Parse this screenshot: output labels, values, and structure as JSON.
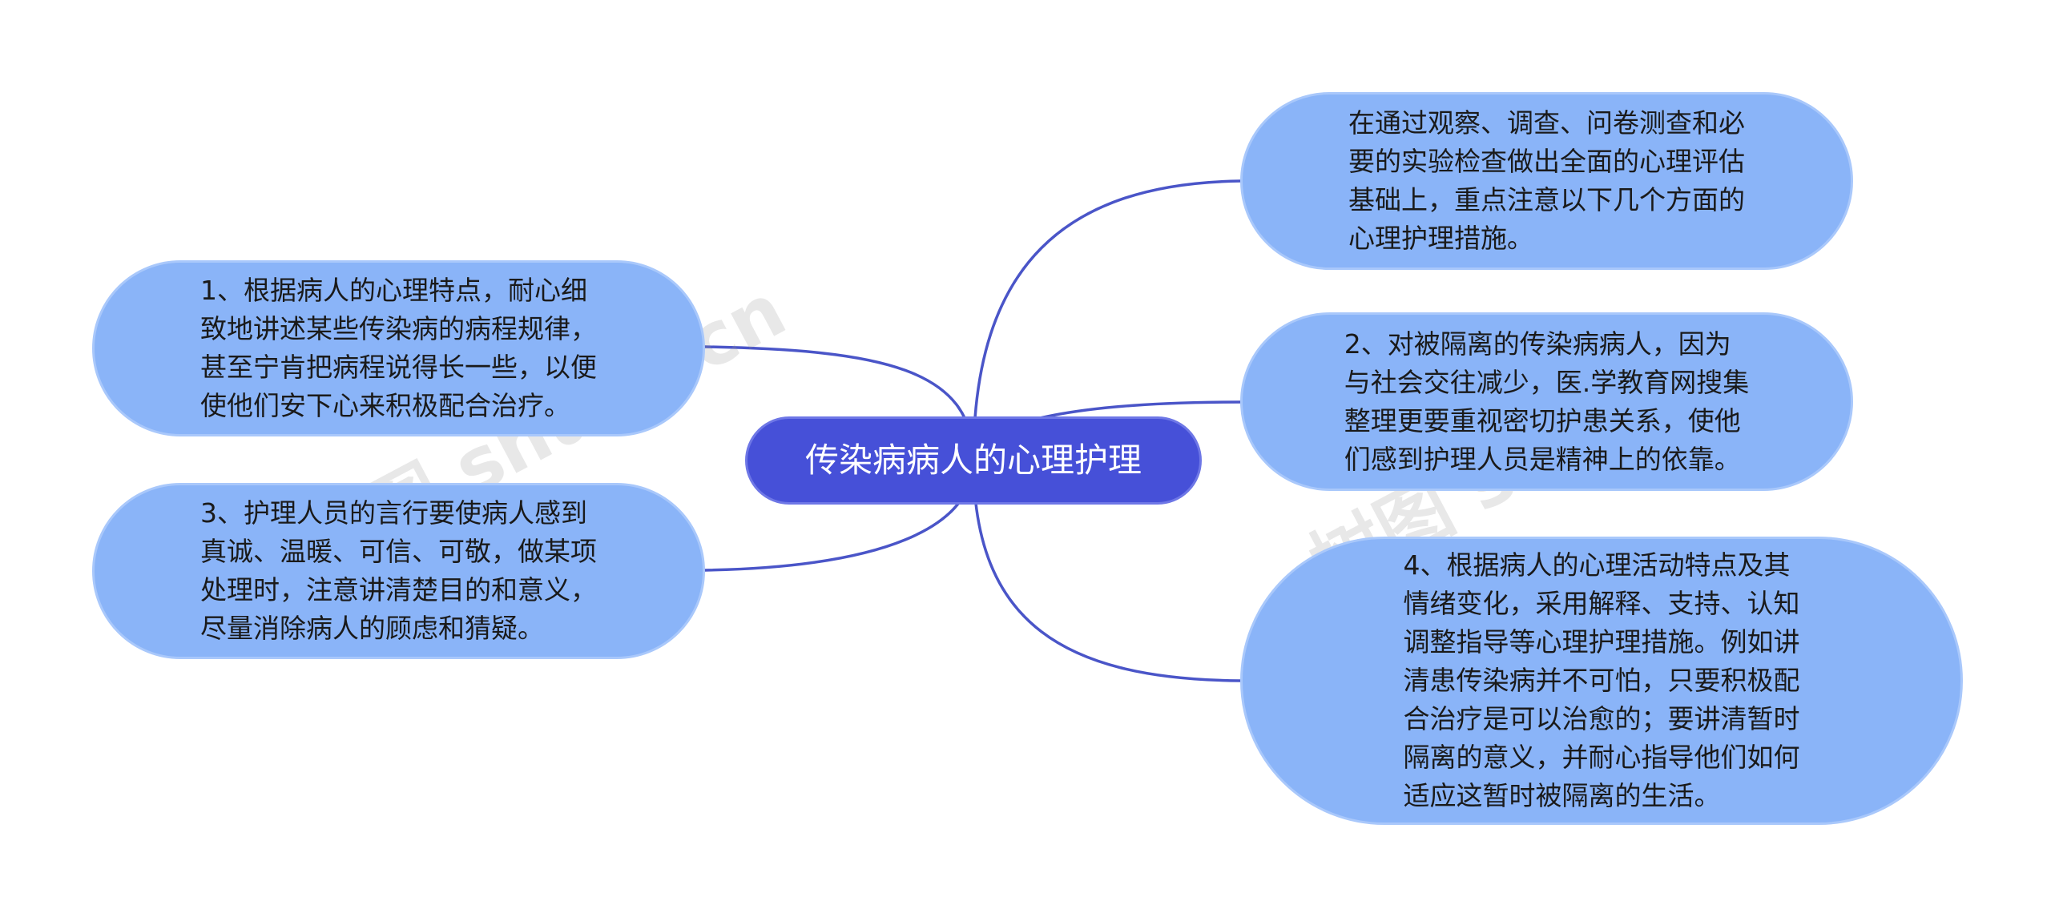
{
  "root": {
    "label": "传染病病人的心理护理"
  },
  "left_nodes": [
    {
      "text": "1、根据病人的心理特点，耐心细\n致地讲述某些传染病的病程规律，\n甚至宁肯把病程说得长一些，以便\n使他们安下心来积极配合治疗。"
    },
    {
      "text": "3、护理人员的言行要使病人感到\n真诚、温暖、可信、可敬，做某项\n处理时，注意讲清楚目的和意义，\n尽量消除病人的顾虑和猜疑。"
    }
  ],
  "right_nodes": [
    {
      "text": "在通过观察、调查、问卷测查和必\n要的实验检查做出全面的心理评估\n基础上，重点注意以下几个方面的\n心理护理措施。"
    },
    {
      "text": "2、对被隔离的传染病病人，因为\n与社会交往减少，医.学教育网搜集\n整理更要重视密切护患关系，使他\n们感到护理人员是精神上的依靠。"
    },
    {
      "text": "4、根据病人的心理活动特点及其\n情绪变化，采用解释、支持、认知\n调整指导等心理护理措施。例如讲\n清患传染病并不可怕，只要积极配\n合治疗是可以治愈的；要讲清暂时\n隔离的意义，并耐心指导他们如何\n适应这暂时被隔离的生活。"
    }
  ],
  "watermarks": [
    "树图 shutu.cn",
    "树图 shutu.cn"
  ],
  "colors": {
    "root_fill": "#4650d8",
    "node_fill": "#8ab4f8",
    "connector": "#4a55c8"
  }
}
